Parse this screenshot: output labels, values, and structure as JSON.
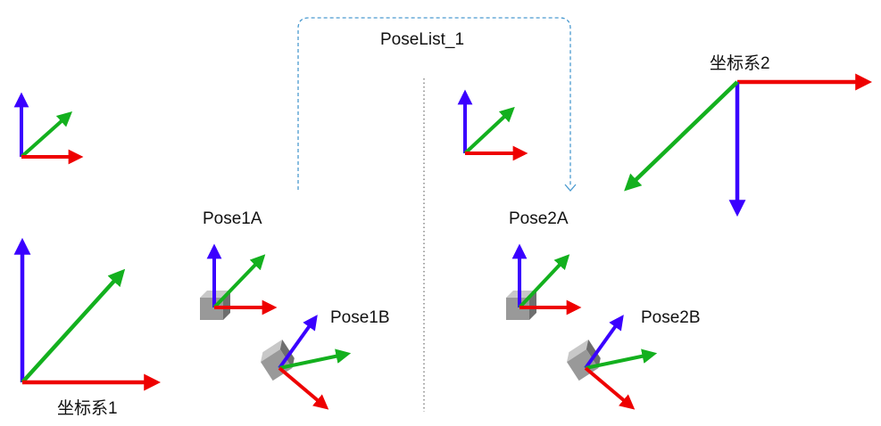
{
  "labels": {
    "poselist": "PoseList_1",
    "frame1": "坐标系1",
    "frame2": "坐标系2",
    "pose1a": "Pose1A",
    "pose1b": "Pose1B",
    "pose2a": "Pose2A",
    "pose2b": "Pose2B"
  },
  "colors": {
    "x_axis": "#ee0000",
    "y_axis": "#13b01e",
    "z_axis": "#3a00ff",
    "bracket": "#4a9ad0",
    "divider": "#777777",
    "cube": "#999999"
  },
  "icons": [
    "cube-icon"
  ]
}
